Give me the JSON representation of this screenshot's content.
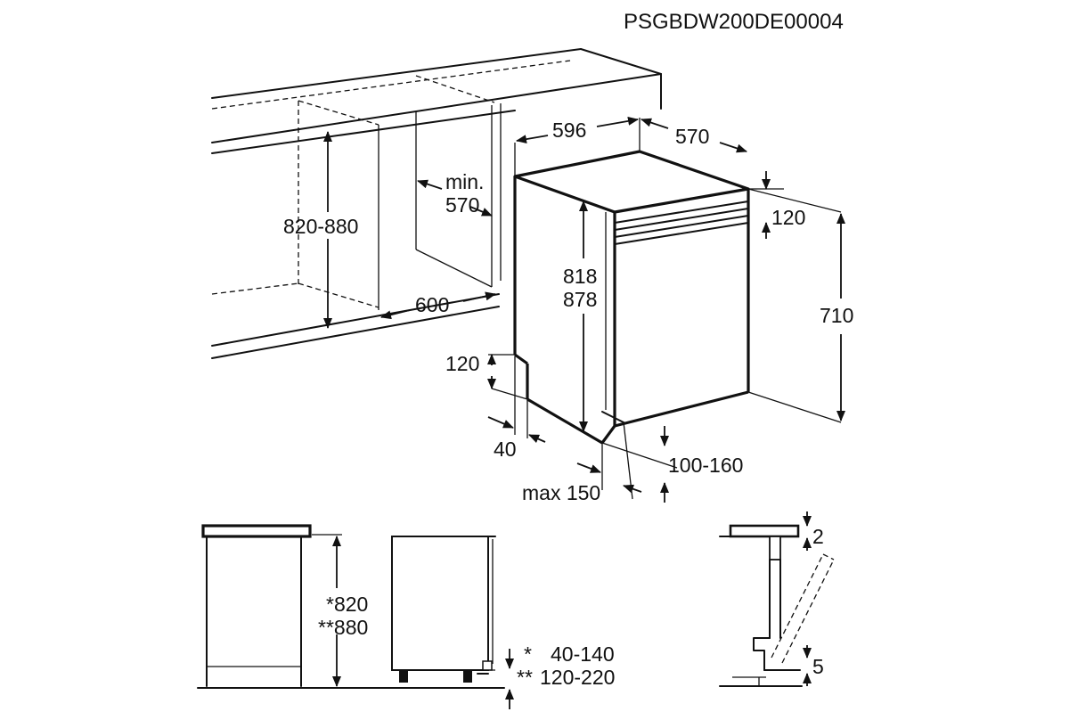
{
  "document_code": "PSGBDW200DE00004",
  "dimensions": {
    "width": "596",
    "depth": "570",
    "cabinet_height": "820-880",
    "cabinet_depth_min_label": "min.",
    "cabinet_depth_min_value": "570",
    "opening_width": "600",
    "height_low": "818",
    "height_high": "878",
    "top_panel": "120",
    "door_height": "710",
    "kick_height": "120",
    "kick_inset": "40",
    "plinth_adjust": "100-160",
    "max_gap": "max 150"
  },
  "side_view": {
    "height_one": "*820",
    "height_two": "**880",
    "legend_mark_one": "*",
    "legend_mark_two": "**",
    "range_one": "40-140",
    "range_two": "120-220"
  },
  "detail_view": {
    "top_gap": "2",
    "bottom_gap": "5"
  }
}
